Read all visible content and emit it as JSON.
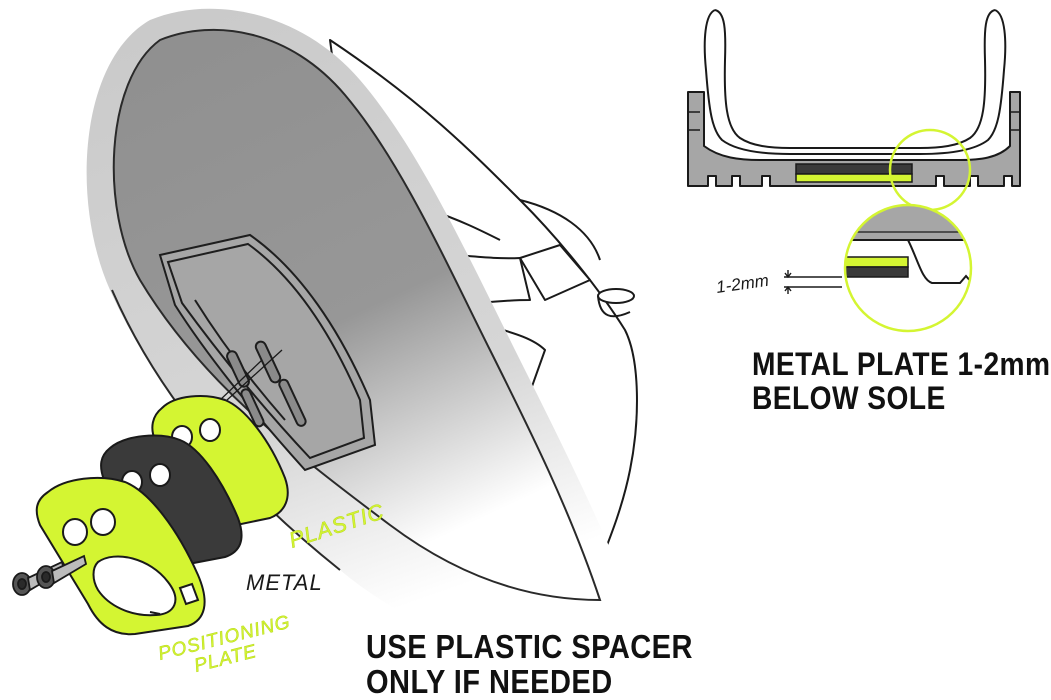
{
  "colors": {
    "accent": "#d4f532",
    "outline": "#1a1a1a",
    "sole": "#8a8a8a",
    "sole_light": "#b8b8b8",
    "metal": "#3a3a3a",
    "background": "#ffffff"
  },
  "labels": {
    "plastic": "PLASTIC",
    "metal": "METAL",
    "positioning_line1": "POSITIONING",
    "positioning_line2": "PLATE",
    "measure": "1-2mm"
  },
  "captions": {
    "metal_plate_line1": "METAL PLATE 1-2mm",
    "metal_plate_line2": "BELOW SOLE",
    "spacer_line1": "USE PLASTIC SPACER",
    "spacer_line2": "ONLY IF NEEDED"
  }
}
